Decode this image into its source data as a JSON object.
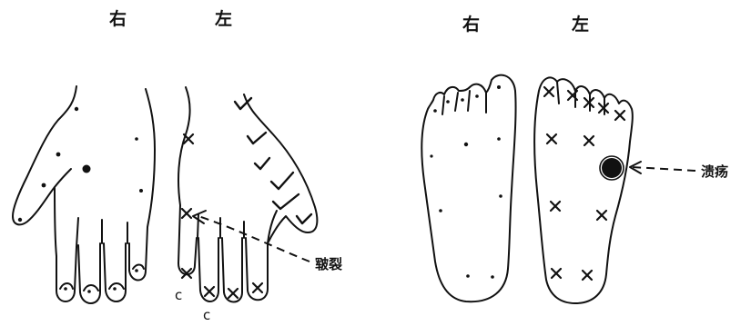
{
  "hands": {
    "right_label": "右",
    "left_label": "左",
    "fissure_label": "皲裂",
    "c_marks": [
      "c",
      "c"
    ]
  },
  "feet": {
    "right_label": "右",
    "left_label": "左",
    "ulcer_label": "溃疡"
  },
  "legend_symbols": [
    "dot",
    "x",
    "check",
    "c"
  ]
}
